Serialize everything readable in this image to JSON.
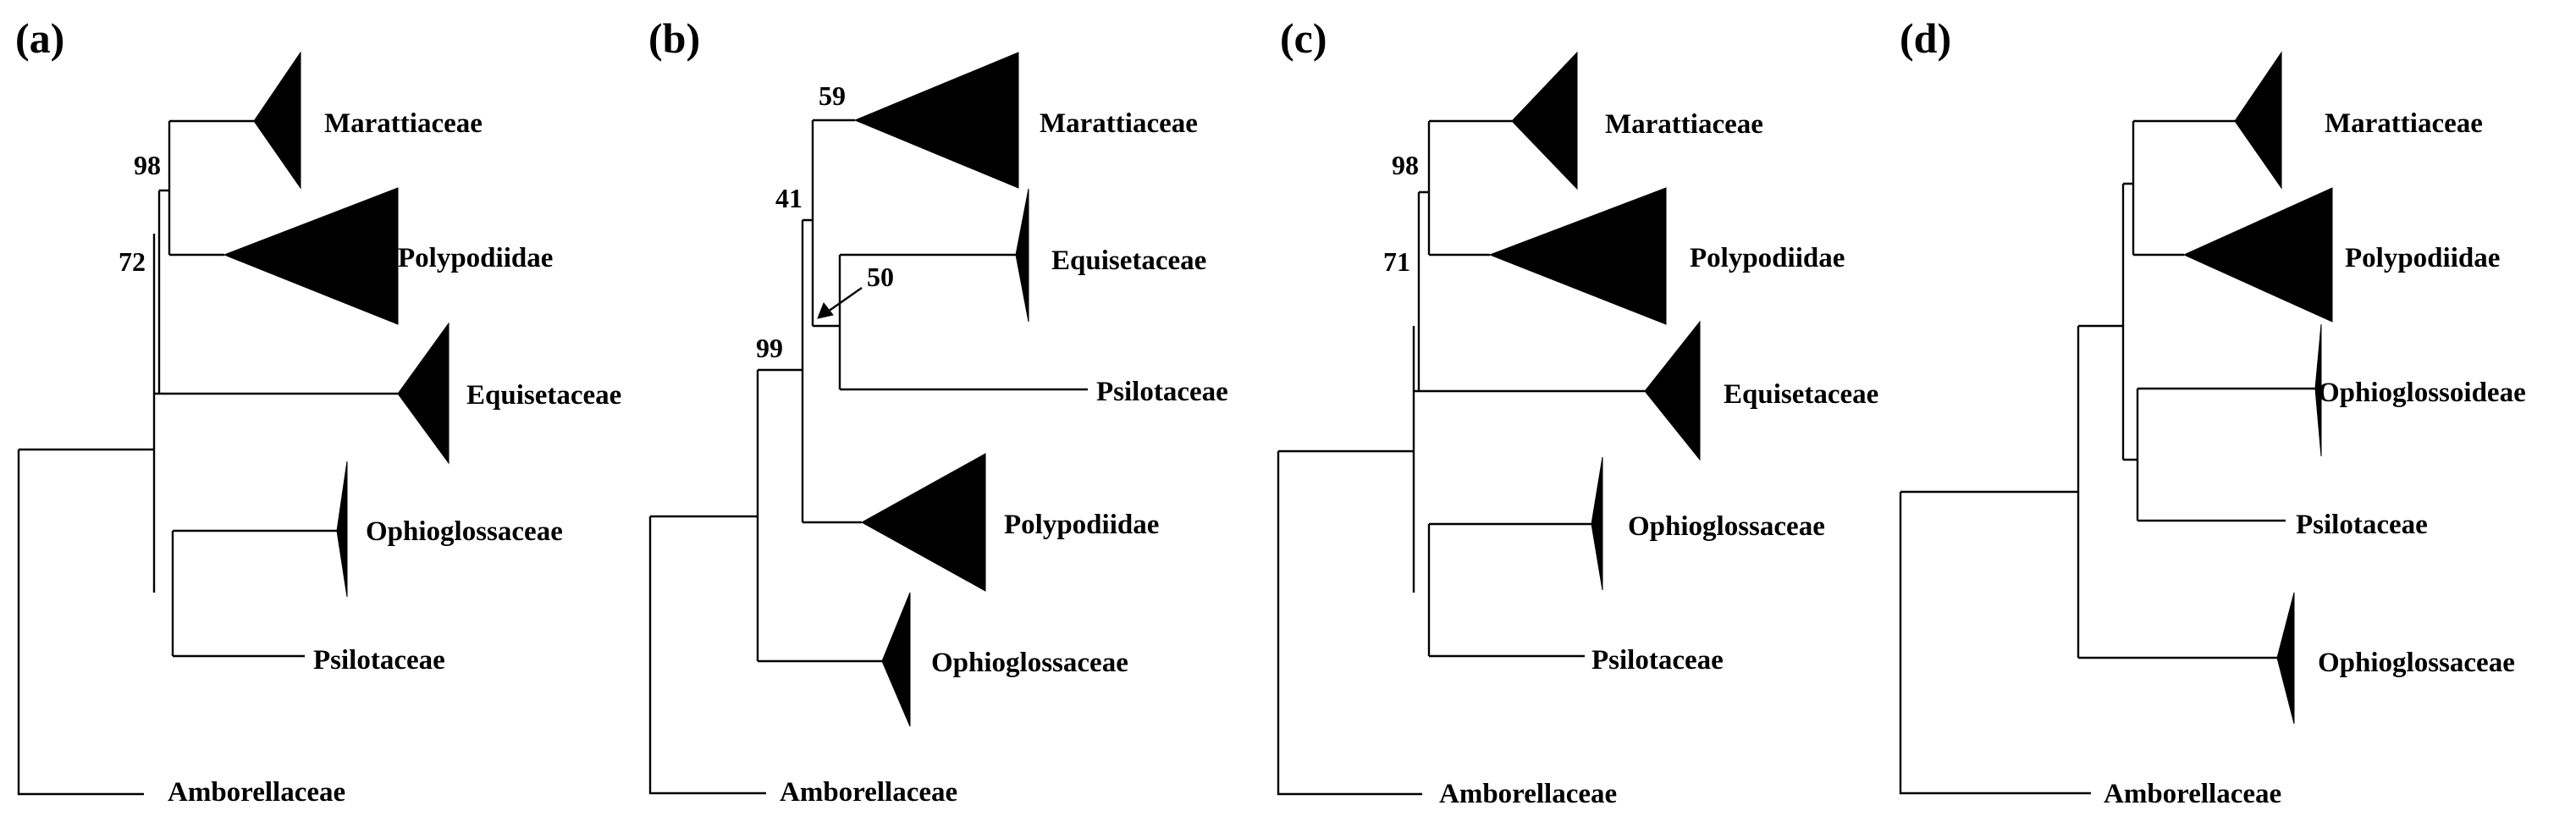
{
  "panels": {
    "a": {
      "label": "(a)",
      "taxa": {
        "marattiaceae": "Marattiaceae",
        "polypodiidae": "Polypodiidae",
        "equisetaceae": "Equisetaceae",
        "ophioglossaceae": "Ophioglossaceae",
        "psilotaceae": "Psilotaceae",
        "amborellaceae": "Amborellaceae"
      },
      "support": {
        "s98": "98",
        "s72": "72"
      }
    },
    "b": {
      "label": "(b)",
      "taxa": {
        "marattiaceae": "Marattiaceae",
        "equisetaceae": "Equisetaceae",
        "psilotaceae": "Psilotaceae",
        "polypodiidae": "Polypodiidae",
        "ophioglossaceae": "Ophioglossaceae",
        "amborellaceae": "Amborellaceae"
      },
      "support": {
        "s59": "59",
        "s41": "41",
        "s50": "50",
        "s99": "99"
      }
    },
    "c": {
      "label": "(c)",
      "taxa": {
        "marattiaceae": "Marattiaceae",
        "polypodiidae": "Polypodiidae",
        "equisetaceae": "Equisetaceae",
        "ophioglossaceae": "Ophioglossaceae",
        "psilotaceae": "Psilotaceae",
        "amborellaceae": "Amborellaceae"
      },
      "support": {
        "s98": "98",
        "s71": "71"
      }
    },
    "d": {
      "label": "(d)",
      "taxa": {
        "marattiaceae": "Marattiaceae",
        "polypodiidae": "Polypodiidae",
        "ophioglossoideae": "Ophioglossoideae",
        "psilotaceae": "Psilotaceae",
        "ophioglossaceae": "Ophioglossaceae",
        "amborellaceae": "Amborellaceae"
      },
      "support": {}
    }
  }
}
